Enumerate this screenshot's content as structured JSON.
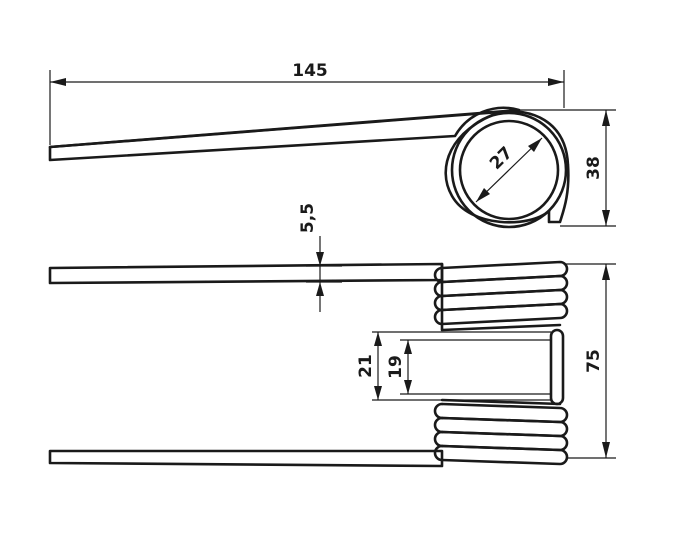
{
  "diagram": {
    "dimensions": {
      "overall_length": "145",
      "coil_inner_diameter": "27",
      "coil_height": "38",
      "wire_diameter": "5,5",
      "overall_width": "75",
      "outer_gap": "21",
      "inner_gap": "19"
    },
    "colors": {
      "line": "#1a1a1a",
      "background": "#ffffff"
    }
  }
}
